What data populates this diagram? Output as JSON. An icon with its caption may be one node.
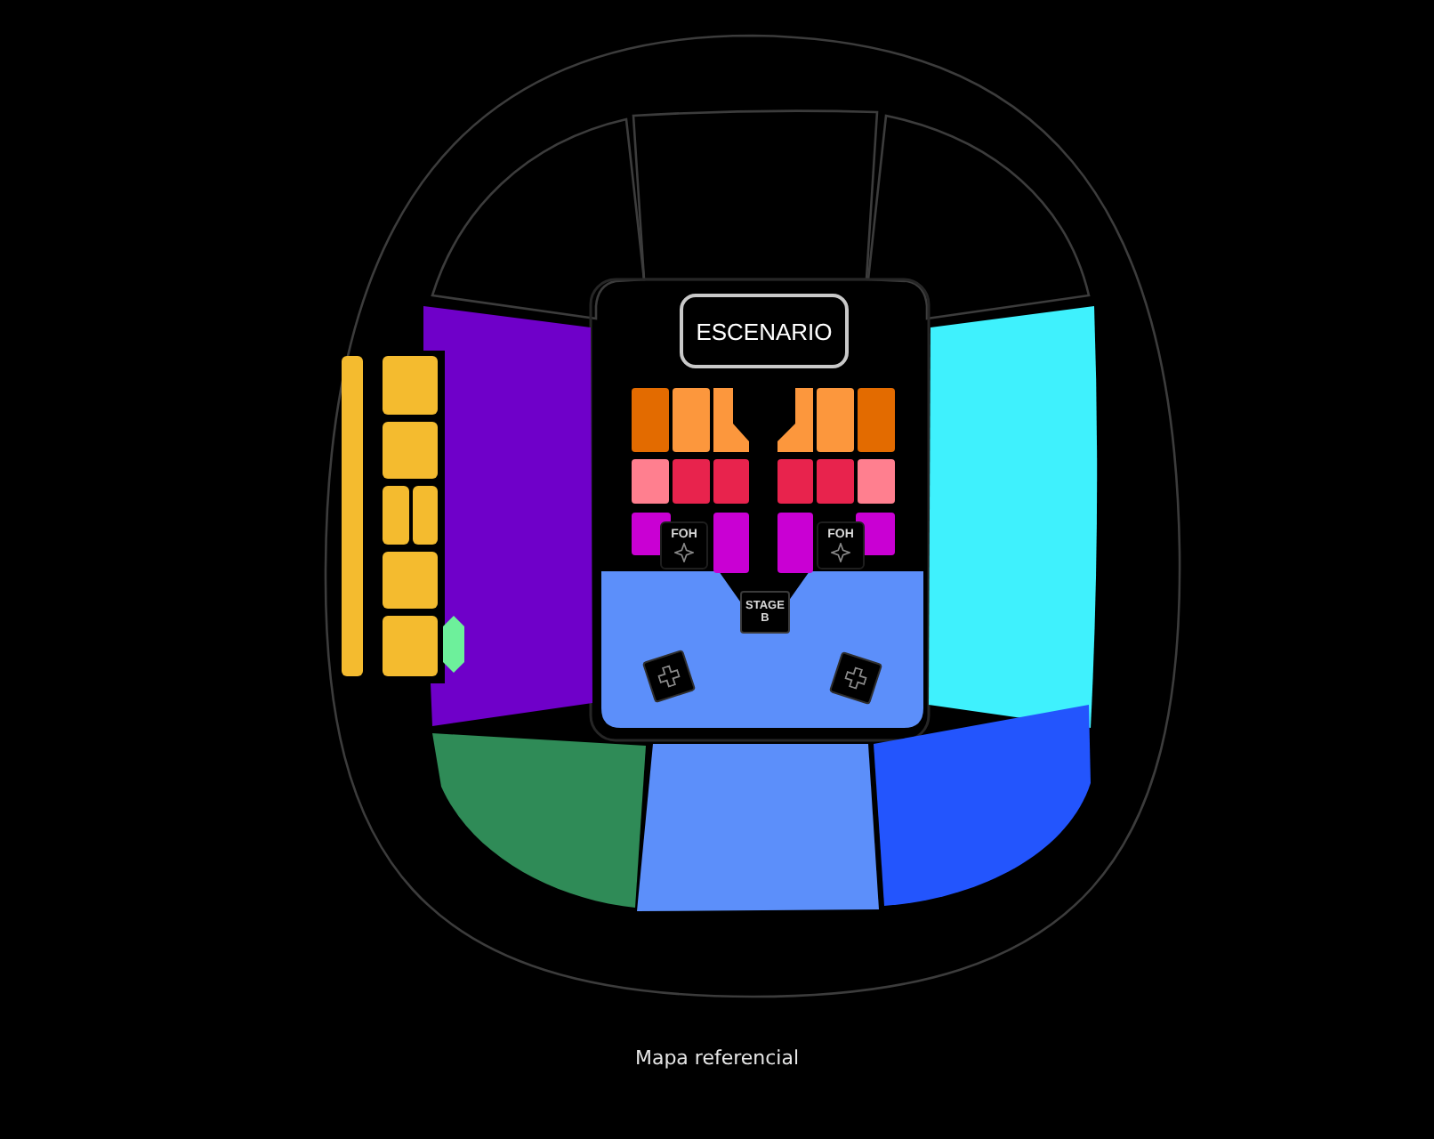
{
  "diagram": {
    "caption": "Mapa referencial",
    "nodes": [
      {
        "text": [
          "ESCENARIO"
        ]
      },
      {
        "text": [
          "FOH"
        ]
      },
      {
        "text": [
          "FOH"
        ]
      },
      {
        "text": [
          "STAGE B"
        ]
      },
      {
        "text": [],
        "shape": "box"
      },
      {
        "text": [],
        "shape": "box"
      }
    ]
  }
}
